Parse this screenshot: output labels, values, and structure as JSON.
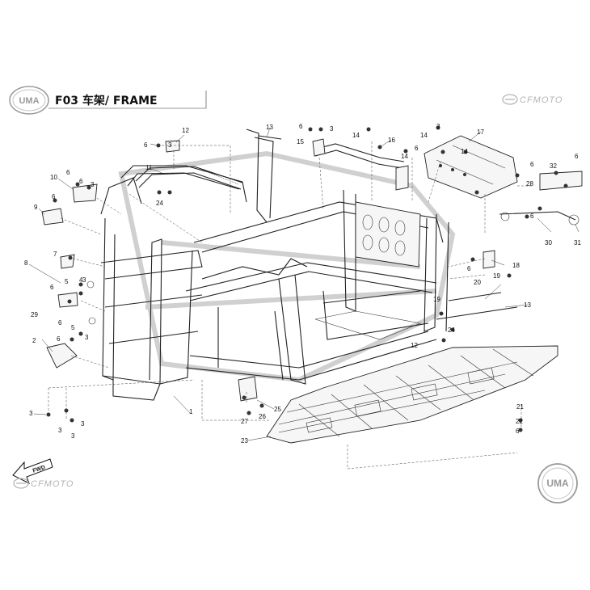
{
  "header": {
    "logo": "UMA",
    "title": "F03 车架/ FRAME",
    "brand": "CFMOTO"
  },
  "footer": {
    "fwd_label": "FWD",
    "brand": "CFMOTO",
    "logo": "UMA"
  },
  "callouts": [
    "1",
    "2",
    "3",
    "3",
    "3",
    "3",
    "3",
    "3",
    "3",
    "3",
    "3",
    "3",
    "4",
    "5",
    "5",
    "6",
    "6",
    "6",
    "6",
    "6",
    "6",
    "6",
    "6",
    "6",
    "6",
    "6",
    "6",
    "6",
    "6",
    "7",
    "8",
    "9",
    "10",
    "11",
    "12",
    "12",
    "13",
    "13",
    "14",
    "14",
    "14",
    "14",
    "15",
    "16",
    "17",
    "18",
    "19",
    "19",
    "20",
    "21",
    "22",
    "23",
    "24",
    "24",
    "25",
    "26",
    "27",
    "28",
    "29",
    "30",
    "31",
    "32"
  ],
  "colors": {
    "line": "#222222",
    "watermark": "#b5b5b5",
    "ghost": "#d0d0d0"
  }
}
